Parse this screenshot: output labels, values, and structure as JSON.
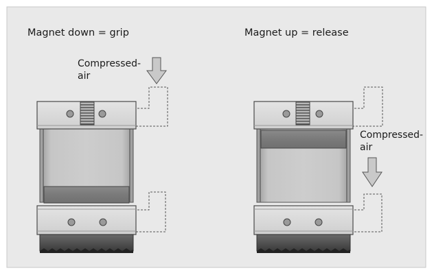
{
  "colors": {
    "page": "#ffffff",
    "panel": "#e9e9e9",
    "panel_border": "#c8c8c8",
    "cap": "#d6d6d6",
    "cap_edge": "#4a4a4a",
    "body": "#c4c4c4",
    "piston": "#808080",
    "arrow": "#c9c9c9",
    "knurl": "#3a3a3a",
    "dashed": "#555555"
  },
  "left": {
    "title": "Magnet down = grip",
    "air_line1": "Compressed-",
    "air_line2": "air",
    "piston_state": "down"
  },
  "right": {
    "title": "Magnet up = release",
    "air_line1": "Compressed-",
    "air_line2": "air",
    "piston_state": "up"
  }
}
